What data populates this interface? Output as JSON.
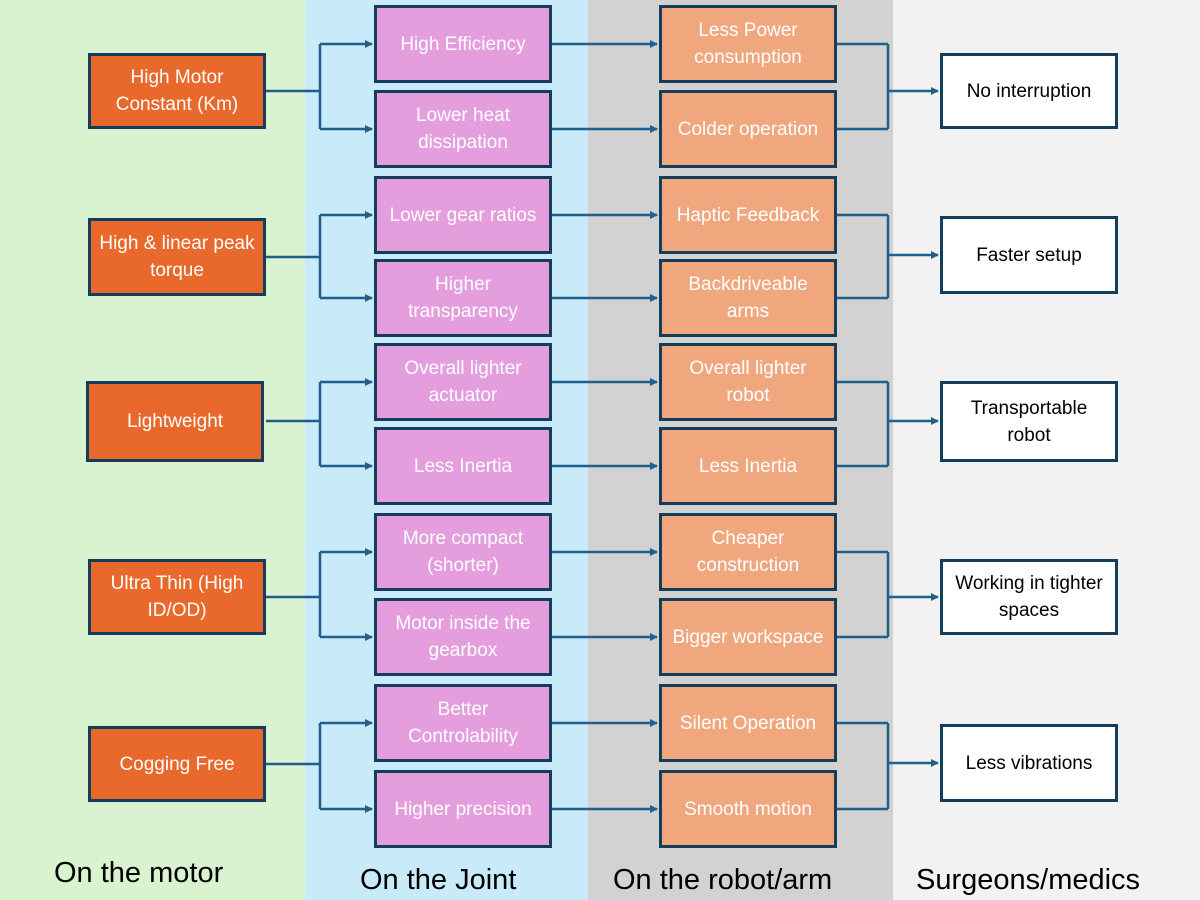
{
  "colors": {
    "motor_band": "#d9f2d0",
    "joint_band": "#c9eaf9",
    "robot_band": "#d2d2d2",
    "surgeon_band": "#f2f2f2",
    "motor_box": "#e9692c",
    "joint_box": "#e59edd",
    "robot_box": "#f1a77e",
    "surgeon_box": "#ffffff",
    "connector": "#1f5f8b",
    "border": "#143d59"
  },
  "columns": {
    "motor": "On the motor",
    "joint": "On the Joint",
    "robot": "On the robot/arm",
    "surgeons": "Surgeons/medics"
  },
  "motor": [
    {
      "label": "High Motor Constant (Km)"
    },
    {
      "label": "High & linear peak torque"
    },
    {
      "label": "Lightweight"
    },
    {
      "label": "Ultra Thin (High ID/OD)"
    },
    {
      "label": "Cogging Free"
    }
  ],
  "joint": [
    {
      "label": "High Efficiency"
    },
    {
      "label": "Lower heat dissipation"
    },
    {
      "label": "Lower gear ratios"
    },
    {
      "label": "Higher transparency"
    },
    {
      "label": "Overall lighter actuator"
    },
    {
      "label": "Less Inertia"
    },
    {
      "label": "More compact (shorter)"
    },
    {
      "label": "Motor inside the gearbox"
    },
    {
      "label": "Better Controlability"
    },
    {
      "label": "Higher precision"
    }
  ],
  "robot": [
    {
      "label": "Less Power consumption"
    },
    {
      "label": "Colder operation"
    },
    {
      "label": "Haptic Feedback"
    },
    {
      "label": "Backdriveable arms"
    },
    {
      "label": "Overall lighter robot"
    },
    {
      "label": "Less Inertia"
    },
    {
      "label": "Cheaper construction"
    },
    {
      "label": "Bigger workspace"
    },
    {
      "label": "Silent Operation"
    },
    {
      "label": "Smooth motion"
    }
  ],
  "surgeons": [
    {
      "label": "No interruption"
    },
    {
      "label": "Faster setup"
    },
    {
      "label": "Transportable robot"
    },
    {
      "label": "Working in tighter spaces"
    },
    {
      "label": "Less vibrations"
    }
  ]
}
